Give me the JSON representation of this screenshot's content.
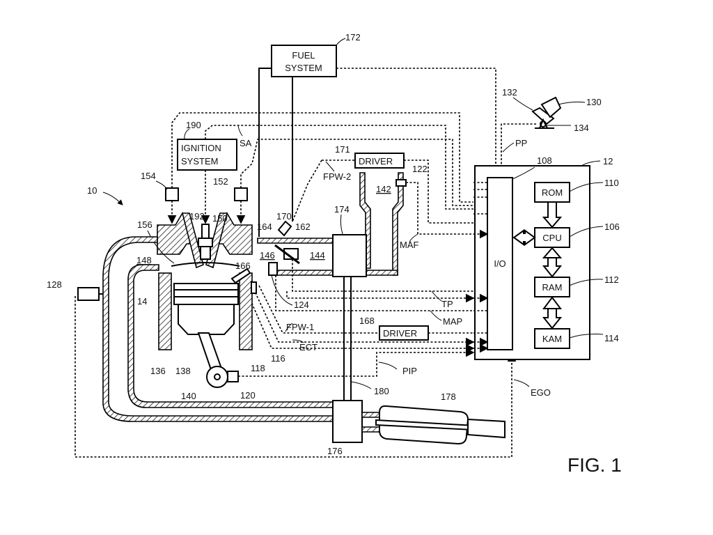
{
  "figure": {
    "title": "FIG. 1",
    "system_ref": "10"
  },
  "blocks": {
    "fuel_system": {
      "line1": "FUEL",
      "line2": "SYSTEM",
      "ref": "172"
    },
    "ignition_system": {
      "line1": "IGNITION",
      "line2": "SYSTEM",
      "ref": "190"
    },
    "driver_top": {
      "label": "DRIVER",
      "ref": "171"
    },
    "driver_bottom": {
      "label": "DRIVER",
      "ref": "168"
    },
    "controller": {
      "ref": "12"
    },
    "io": {
      "label": "I/O",
      "ref": "108"
    },
    "rom": {
      "label": "ROM",
      "ref": "110"
    },
    "cpu": {
      "label": "CPU",
      "ref": "106"
    },
    "ram": {
      "label": "RAM",
      "ref": "112"
    },
    "kam": {
      "label": "KAM",
      "ref": "114"
    }
  },
  "signals": {
    "sa": "SA",
    "fpw2": "FPW-2",
    "fpw1": "FPW-1",
    "maf": "MAF",
    "tp": "TP",
    "map": "MAP",
    "ect": "ECT",
    "pip": "PIP",
    "ego": "EGO",
    "pp": "PP"
  },
  "refs": {
    "pedal": "130",
    "foot": "132",
    "pedal_sensor": "134",
    "cylinder_wall": "136",
    "piston": "138",
    "crankshaft": "140",
    "intake_manifold": "144",
    "intake_passage": "142",
    "throttle_passage": "146",
    "exhaust_manifold": "148",
    "exhaust_valve_sensor": "154",
    "intake_valve_sensor": "152",
    "exhaust_valve": "156",
    "intake_valve": "150",
    "spark_plug": "192",
    "port_injector": "170",
    "injector_stem": "164",
    "throttle_plate": "162",
    "direct_injector": "166",
    "throttle": "124",
    "maf_sensor": "122",
    "engine": "14",
    "ect_sensor": "116",
    "cooling_sleeve": "118",
    "hall_sensor": "120",
    "compressor": "174",
    "turbine": "176",
    "shaft": "180",
    "emission_device": "178",
    "ego_sensor": "128"
  }
}
